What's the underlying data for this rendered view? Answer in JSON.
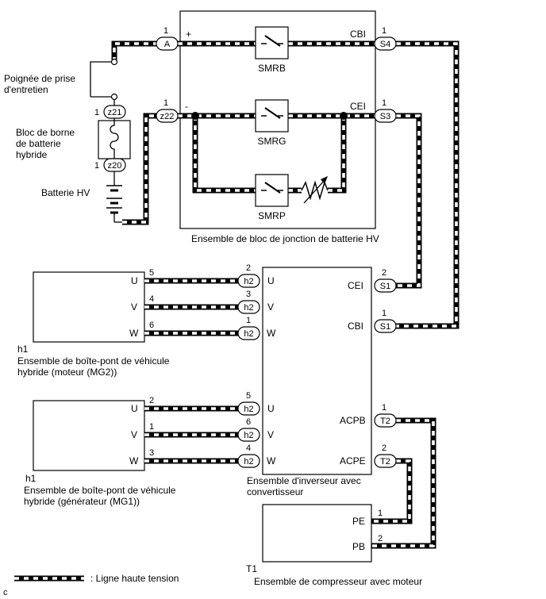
{
  "diagram": {
    "junction_block": {
      "title": "Ensemble de bloc de jonction de batterie HV",
      "plus_sign": "+",
      "minus_sign": "-",
      "relays": [
        "SMRB",
        "SMRG",
        "SMRP"
      ],
      "cbi": "CBI",
      "cei": "CEI"
    },
    "connectors": {
      "A": {
        "label": "A",
        "pin": "1"
      },
      "z22": {
        "label": "z22",
        "pin": "1"
      },
      "S4": {
        "label": "S4",
        "pin": "1"
      },
      "S3": {
        "label": "S3",
        "pin": "1"
      },
      "z21": {
        "label": "z21",
        "pin": "1"
      },
      "z20": {
        "label": "z20",
        "pin": "1"
      }
    },
    "service_plug": "Poignée de prise\nd'entretien",
    "battery_terminal": "Bloc de borne\nde batterie\nhybride",
    "battery": "Batterie HV",
    "inverter": {
      "title": "Ensemble d'inverseur avec\nconvertisseur",
      "cei": "CEI",
      "cbi": "CBI",
      "acpb": "ACPB",
      "acpe": "ACPE",
      "s1_top": {
        "label": "S1",
        "pin": "2"
      },
      "s1_bot": {
        "label": "S1",
        "pin": "1"
      },
      "t2_top": {
        "label": "T2",
        "pin": "1"
      },
      "t2_bot": {
        "label": "T2",
        "pin": "2"
      }
    },
    "mg2": {
      "id": "h1",
      "title": "Ensemble de boîte-pont de véhicule\nhybride (moteur (MG2))",
      "phases": [
        {
          "term": "U",
          "left_pin": "5",
          "conn": "h2",
          "conn_pin": "2",
          "inv_term": "U"
        },
        {
          "term": "V",
          "left_pin": "4",
          "conn": "h2",
          "conn_pin": "3",
          "inv_term": "V"
        },
        {
          "term": "W",
          "left_pin": "6",
          "conn": "h2",
          "conn_pin": "1",
          "inv_term": "W"
        }
      ]
    },
    "mg1": {
      "id": "h1",
      "title": "Ensemble de boîte-pont de véhicule\nhybride (générateur (MG1))",
      "phases": [
        {
          "term": "U",
          "left_pin": "2",
          "conn": "h2",
          "conn_pin": "5",
          "inv_term": "U"
        },
        {
          "term": "V",
          "left_pin": "1",
          "conn": "h2",
          "conn_pin": "6",
          "inv_term": "V"
        },
        {
          "term": "W",
          "left_pin": "3",
          "conn": "h2",
          "conn_pin": "4",
          "inv_term": "W"
        }
      ]
    },
    "compressor": {
      "id": "T1",
      "title": "Ensemble de compresseur avec moteur",
      "pe": "PE",
      "pb": "PB",
      "pe_pin": "1",
      "pb_pin": "2"
    },
    "legend": {
      "text": ": Ligne haute tension"
    },
    "corner_mark": "c"
  }
}
